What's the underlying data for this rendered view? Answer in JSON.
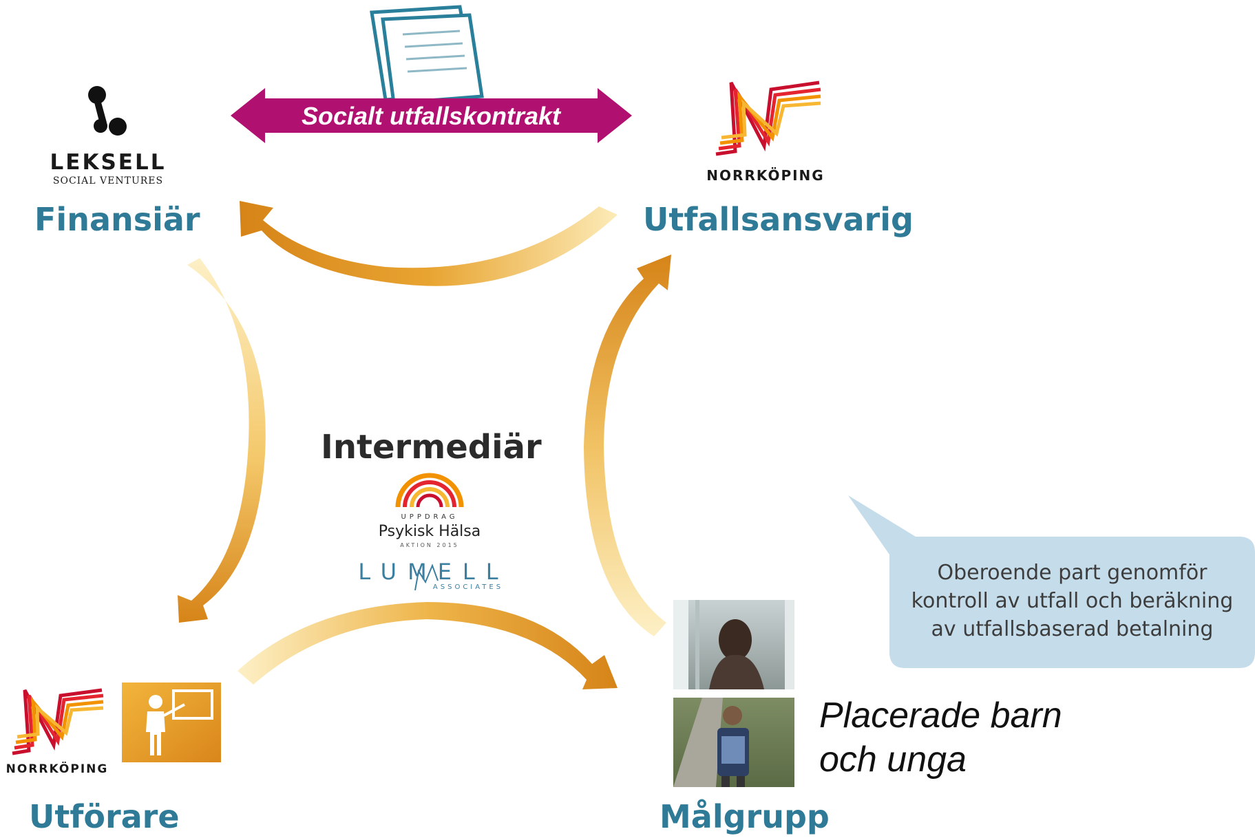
{
  "contract": {
    "label": "Socialt utfallskontrakt",
    "color": "#b0106f"
  },
  "financier": {
    "role": "Finansiär",
    "logo_name": "LEKSELL",
    "logo_sub": "SOCIAL VENTURES"
  },
  "outcome_owner": {
    "role": "Utfallsansvarig",
    "logo_name": "NORRKÖPING"
  },
  "intermediary": {
    "role": "Intermediär",
    "logo1_top": "UPPDRAG",
    "logo1_name": "Psykisk Hälsa",
    "logo1_sub": "AKTION 2015",
    "logo2_name": "LUMELL",
    "logo2_sub": "ASSOCIATES"
  },
  "provider": {
    "role": "Utförare",
    "logo_name": "NORRKÖPING"
  },
  "target_group": {
    "role": "Målgrupp",
    "caption_line1": "Placerade barn",
    "caption_line2": "och unga"
  },
  "callout": {
    "line1": "Oberoende part genomför",
    "line2": "kontroll av utfall och beräkning",
    "line3": "av utfallsbaserad betalning"
  },
  "colors": {
    "role_text": "#2f7a96",
    "arrow_dark": "#d98a1c",
    "arrow_light": "#fbe3a8",
    "callout_bg": "#c5dcea",
    "norrkoping_red": "#c8102e",
    "norrkoping_orange": "#f39200"
  }
}
